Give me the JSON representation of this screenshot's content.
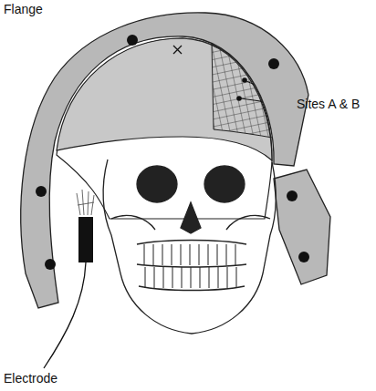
{
  "diagram": {
    "labels": [
      "Flange",
      "Sites A & B",
      "Electrode"
    ]
  }
}
